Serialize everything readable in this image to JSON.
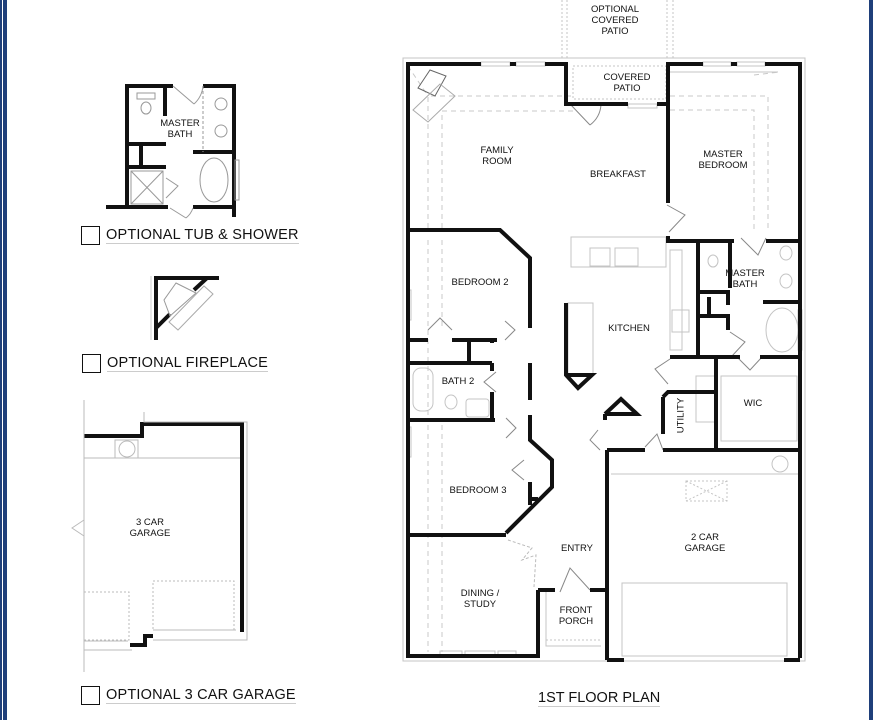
{
  "options": [
    {
      "label": "OPTIONAL TUB & SHOWER",
      "checked": false
    },
    {
      "label": "OPTIONAL FIREPLACE",
      "checked": false
    },
    {
      "label": "OPTIONAL 3 CAR GARAGE",
      "checked": false
    }
  ],
  "inset_labels": {
    "master_bath": "MASTER\nBATH",
    "garage3": "3 CAR\nGARAGE"
  },
  "plan": {
    "title": "1ST FLOOR PLAN",
    "rooms": {
      "optional_covered_patio": "OPTIONAL\nCOVERED\nPATIO",
      "covered_patio": "COVERED\nPATIO",
      "family_room": "FAMILY\nROOM",
      "breakfast": "BREAKFAST",
      "master_bedroom": "MASTER\nBEDROOM",
      "bedroom2": "BEDROOM 2",
      "kitchen": "KITCHEN",
      "master_bath": "MASTER\nBATH",
      "bath2": "BATH 2",
      "utility": "UTILITY",
      "wic": "WIC",
      "bedroom3": "BEDROOM 3",
      "garage2": "2 CAR\nGARAGE",
      "entry": "ENTRY",
      "dining_study": "DINING /\nSTUDY",
      "front_porch": "FRONT\nPORCH"
    }
  },
  "colors": {
    "frame": "#1f3f7a",
    "wall": "#111111",
    "thin": "#bdbdbd"
  }
}
